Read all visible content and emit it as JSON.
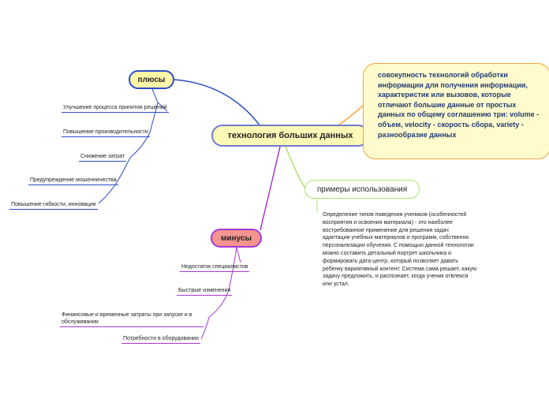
{
  "central": "технология больших данных",
  "definition": "совокупность технологий обработки информации для получения информации, характеристик или вызовов, которые отличают большие данные от простых данных по общему соглашению три: volume - объем, velocity - скорость сбора, variety - разнообразие данных",
  "plus": {
    "label": "плюсы",
    "items": [
      "Улучшение процесса принятия решений",
      "Повышение производительности",
      "Снижение затрат",
      "Предупреждение мошенничества",
      "Повышение гибкости, инновации"
    ]
  },
  "minus": {
    "label": "минусы",
    "items": [
      "Недостаток специалистов",
      "Быстрые изменения",
      "Финансовые и временные затраты при запуске и в обслуживании",
      "Потребности в оборудовании"
    ]
  },
  "examples": {
    "label": "примеры использования",
    "text": "Определение типов поведения учеников (особенностей восприятия и освоения материала) - это наиболее востребованное применение для решения задач адаптации учебных материалов и программ, собственно персонализации обучения. С помощью данной технологии можно составить детальный портрет школьника и формировать дата-центр, который позволяет давать ребенку вариативный контент. Система сама решает, какую задачу предложить, и распознает, когда ученик отвлекся или устал."
  },
  "colors": {
    "plus_branch": "#2b4cc6",
    "minus_branch": "#a43ad6",
    "definition_branch": "#f5a43a",
    "examples_branch": "#a9e46a"
  }
}
